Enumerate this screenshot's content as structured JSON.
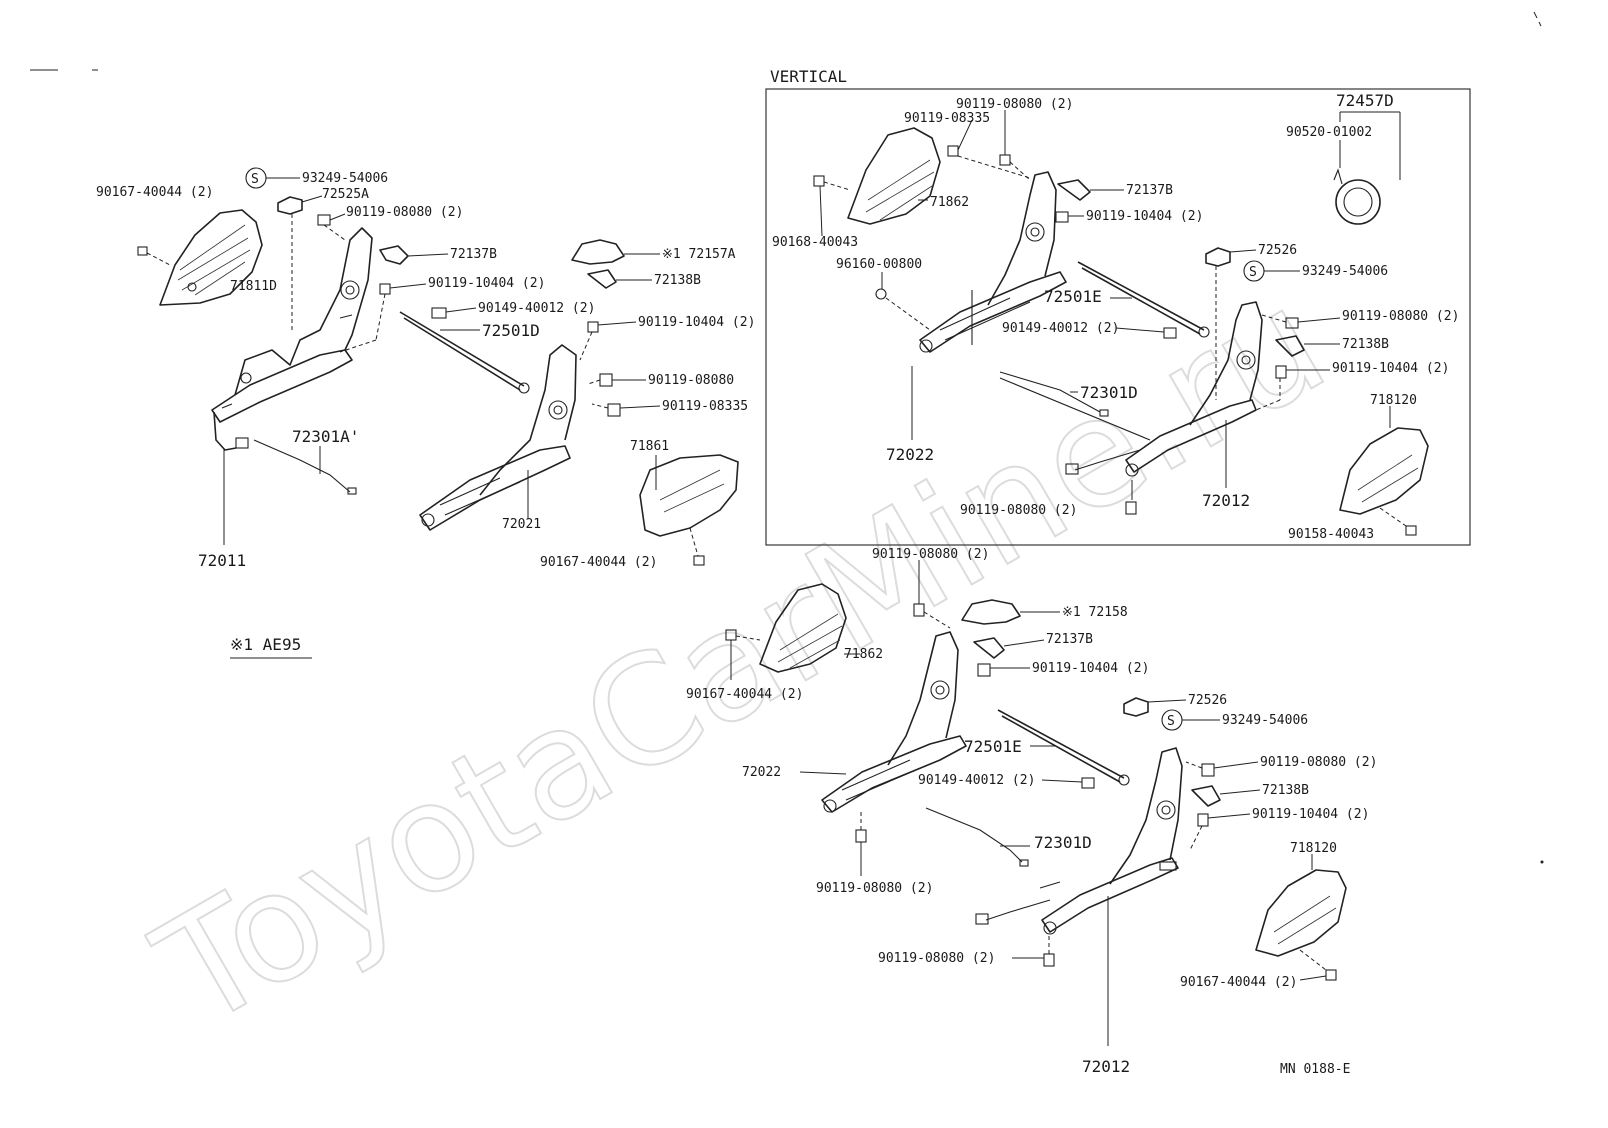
{
  "watermark": "ToyotaCarMine.ru",
  "footnote": "※1 AE95",
  "drawing_number": "MN 0188-E",
  "inset_title": "VERTICAL",
  "s_mark": "S",
  "labels": {
    "l_90167_40044_a": "90167-40044 (2)",
    "l_93249_54006_a": "93249-54006",
    "l_72525A": "72525A",
    "l_90119_08080_a": "90119-08080 (2)",
    "l_72137B_a": "72137B",
    "l_71811D": "71811D",
    "l_90119_10404_a": "90119-10404 (2)",
    "l_90149_40012_a": "90149-40012 (2)",
    "l_72501D": "72501D",
    "l_72157A": "※1  72157A",
    "l_72138B_a": "72138B",
    "l_90119_10404_b": "90119-10404 (2)",
    "l_90119_08080_b": "90119-08080",
    "l_90119_08335_a": "90119-08335",
    "l_72301A": "72301A'",
    "l_71861": "71861",
    "l_72021": "72021",
    "l_72011": "72011",
    "l_90167_40044_b": "90167-40044 (2)",
    "l_90119_08080_c": "90119-08080 (2)",
    "l_90119_08335_b": "90119-08335",
    "l_72457D": "72457D",
    "l_90520_01002": "90520-01002",
    "l_72137B_b": "72137B",
    "l_71862_a": "71862",
    "l_90119_10404_c": "90119-10404 (2)",
    "l_90168_40043": "90168-40043",
    "l_96160_00800": "96160-00800",
    "l_72526_a": "72526",
    "l_93249_54006_b": "93249-54006",
    "l_72501E_a": "72501E",
    "l_90149_40012_b": "90149-40012 (2)",
    "l_90119_08080_d": "90119-08080 (2)",
    "l_72138B_b": "72138B",
    "l_90119_10404_d": "90119-10404 (2)",
    "l_72301D_a": "72301D",
    "l_718120_a": "718120",
    "l_72022_a": "72022",
    "l_72012_a": "72012",
    "l_90119_08080_e": "90119-08080 (2)",
    "l_90158_40043": "90158-40043",
    "l_90119_08080_f": "90119-08080 (2)",
    "l_72158": "※1  72158",
    "l_72137B_c": "72137B",
    "l_71862_b": "71862",
    "l_90119_10404_e": "90119-10404 (2)",
    "l_90167_40044_c": "90167-40044 (2)",
    "l_72526_b": "72526",
    "l_93249_54006_c": "93249-54006",
    "l_72501E_b": "72501E",
    "l_90149_40012_c": "90149-40012 (2)",
    "l_72022_b": "72022",
    "l_90119_08080_g": "90119-08080 (2)",
    "l_72138B_c": "72138B",
    "l_90119_10404_f": "90119-10404 (2)",
    "l_72301D_b": "72301D",
    "l_718120_b": "718120",
    "l_90119_08080_h": "90119-08080 (2)",
    "l_90119_08080_i": "90119-08080 (2)",
    "l_90167_40044_d": "90167-40044 (2)",
    "l_72012_b": "72012"
  }
}
